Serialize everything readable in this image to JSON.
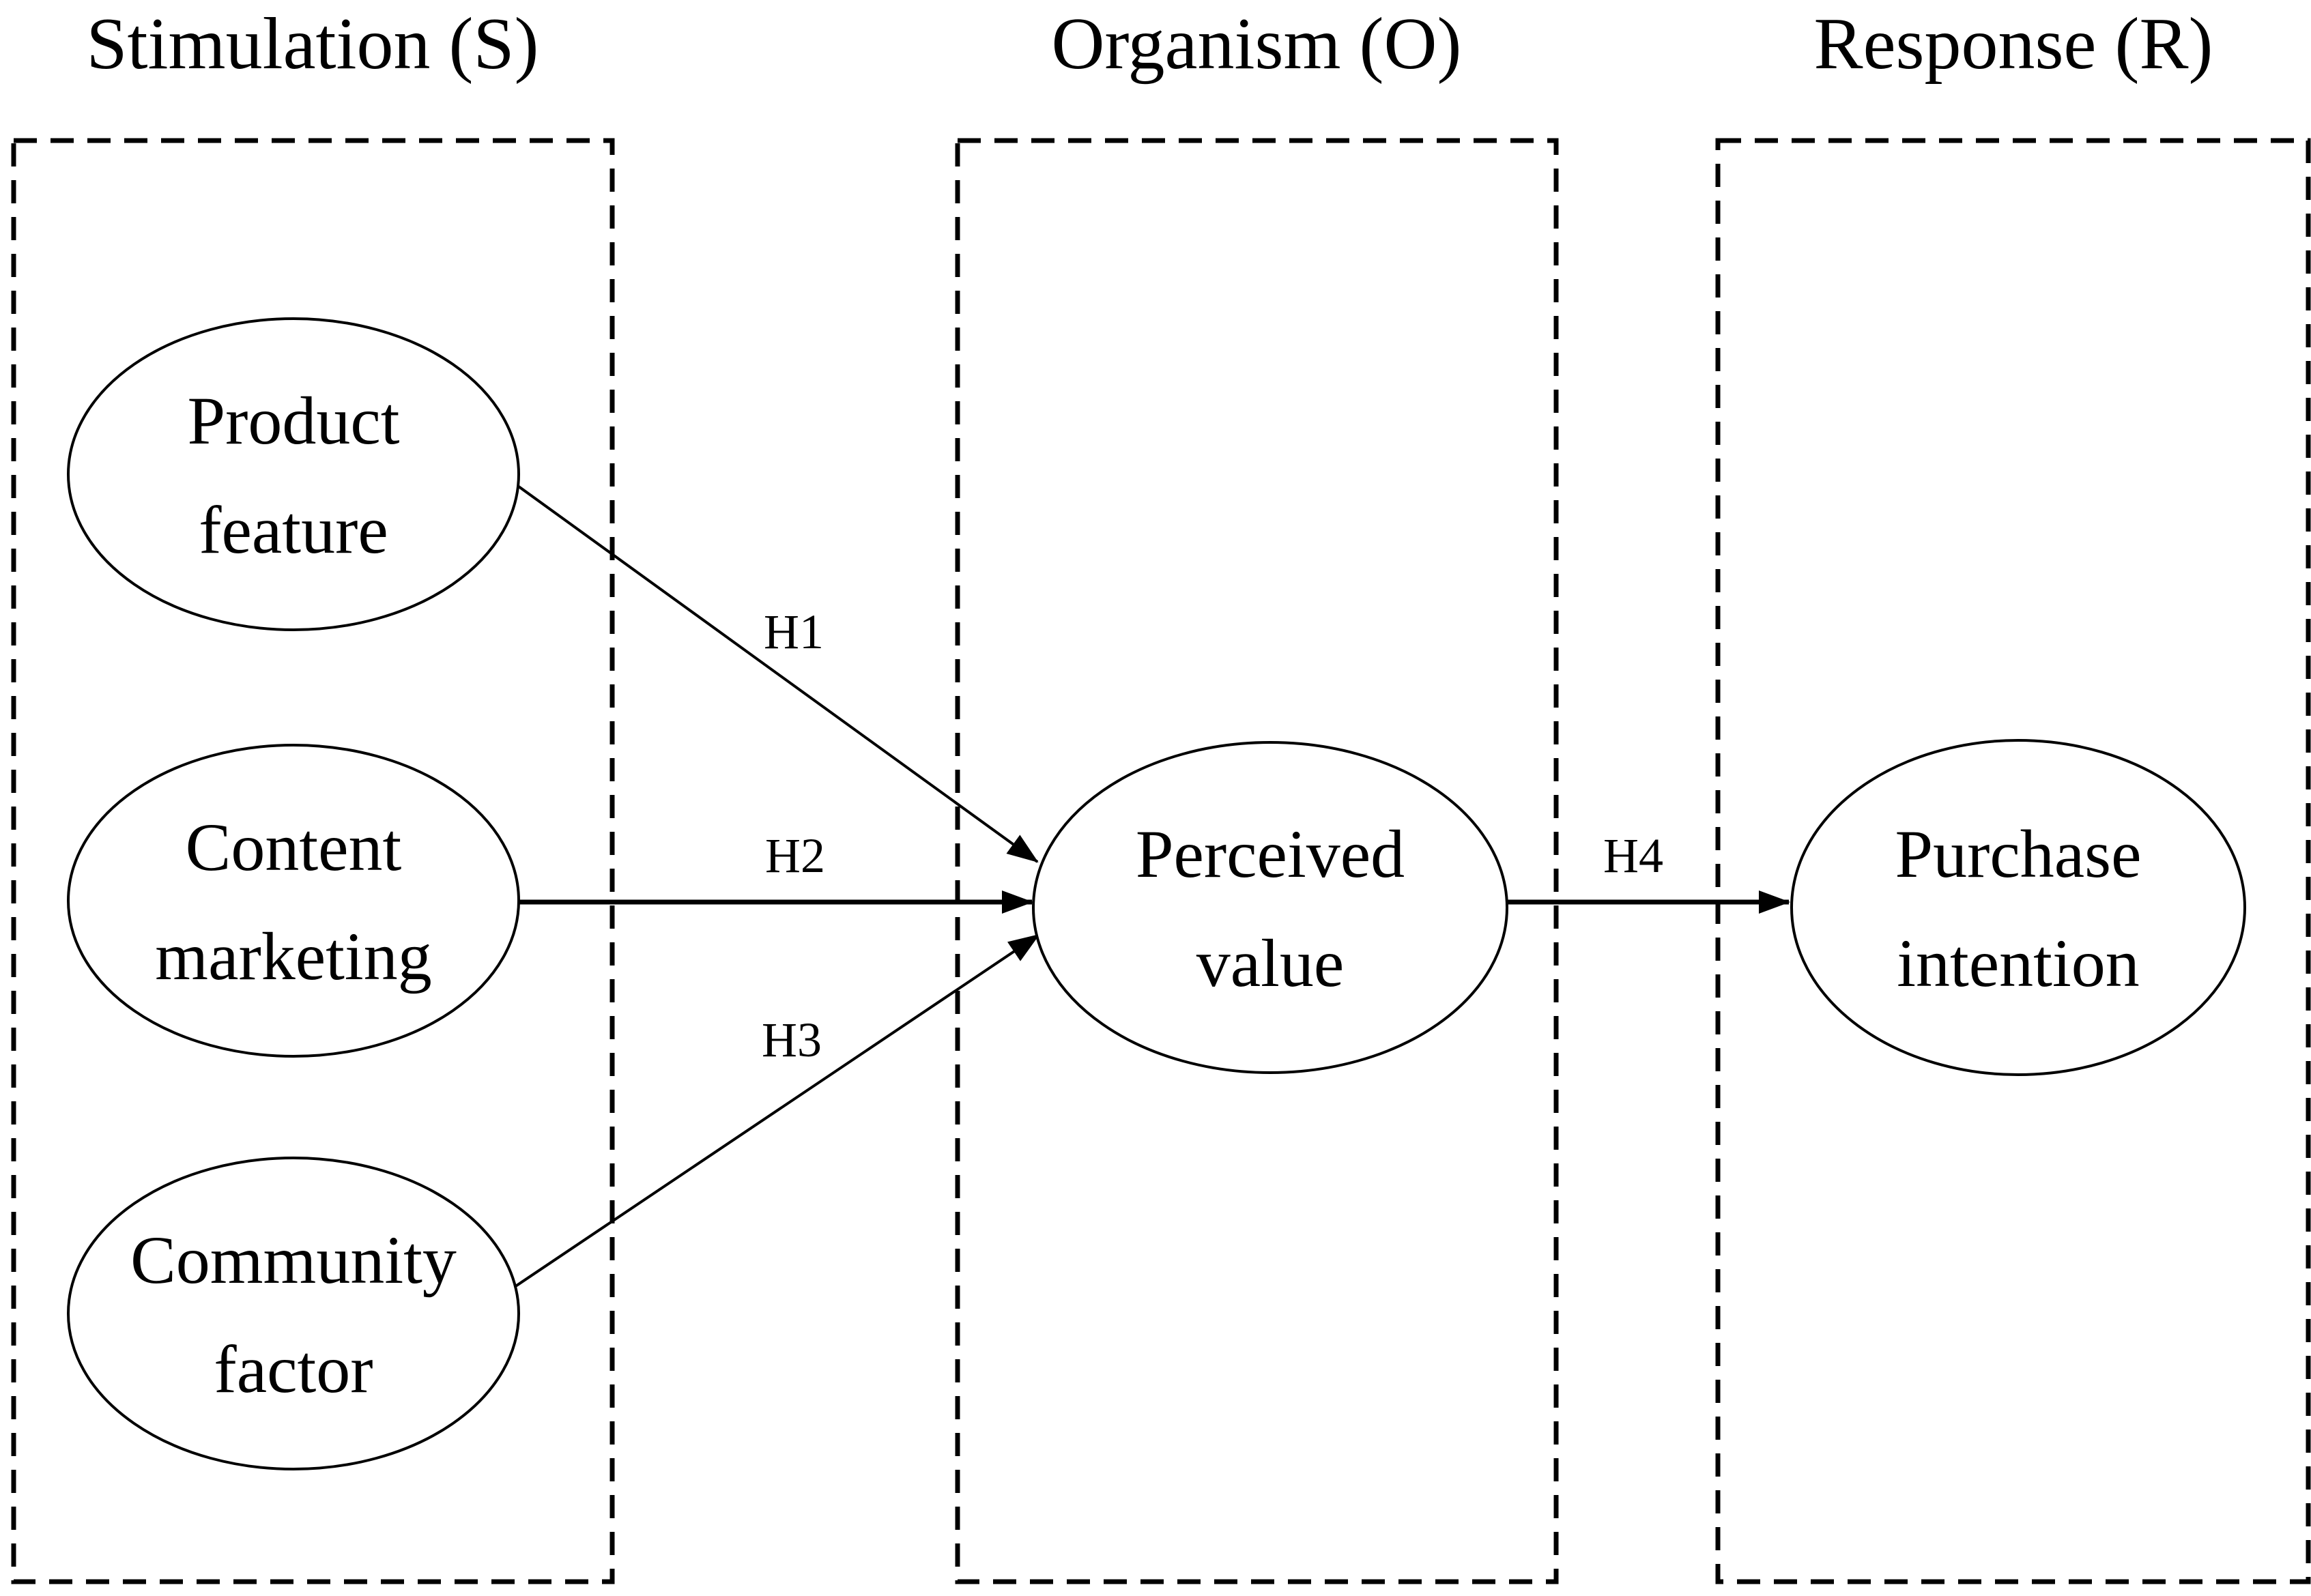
{
  "figure": {
    "type": "sor-model-diagram",
    "colors": {
      "ink": "#000000",
      "background": "#ffffff"
    },
    "columns": [
      {
        "id": "stimulation",
        "title": "Stimulation (S)"
      },
      {
        "id": "organism",
        "title": "Organism (O)"
      },
      {
        "id": "response",
        "title": "Response (R)"
      }
    ],
    "nodes": [
      {
        "id": "product-feature",
        "line1": "Product",
        "line2": "feature",
        "column": "stimulation"
      },
      {
        "id": "content-marketing",
        "line1": "Content",
        "line2": "marketing",
        "column": "stimulation"
      },
      {
        "id": "community-factor",
        "line1": "Community",
        "line2": "factor",
        "column": "stimulation"
      },
      {
        "id": "perceived-value",
        "line1": "Perceived",
        "line2": "value",
        "column": "organism"
      },
      {
        "id": "purchase-intention",
        "line1": "Purchase",
        "line2": "intention",
        "column": "response"
      }
    ],
    "arrows": [
      {
        "id": "h1",
        "label": "H1",
        "from": "product-feature",
        "to": "perceived-value"
      },
      {
        "id": "h2",
        "label": "H2",
        "from": "content-marketing",
        "to": "perceived-value"
      },
      {
        "id": "h3",
        "label": "H3",
        "from": "community-factor",
        "to": "perceived-value"
      },
      {
        "id": "h4",
        "label": "H4",
        "from": "perceived-value",
        "to": "purchase-intention"
      }
    ]
  }
}
